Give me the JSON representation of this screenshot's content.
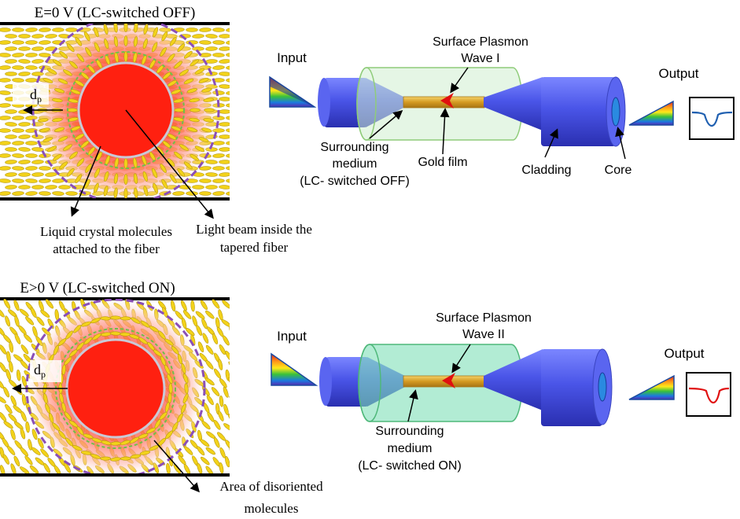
{
  "top_panel": {
    "title": "E=0 V (LC-switched OFF)",
    "dp_label": "d",
    "dp_sub": "p",
    "callout_left": [
      "Liquid crystal molecules",
      "attached to the fiber"
    ],
    "callout_right": [
      "Light beam inside the",
      "tapered fiber"
    ],
    "fiber": {
      "input_label": "Input",
      "output_label": "Output",
      "wave_label": [
        "Surface Plasmon",
        "Wave I"
      ],
      "medium_label": [
        "Surrounding",
        "medium",
        "(LC- switched OFF)"
      ],
      "gold_label": "Gold film",
      "cladding_label": "Cladding",
      "core_label": "Core"
    }
  },
  "bottom_panel": {
    "title": "E>0 V (LC-switched ON)",
    "dp_label": "d",
    "dp_sub": "p",
    "callout": [
      "Area of disoriented",
      "molecules"
    ],
    "fiber": {
      "input_label": "Input",
      "output_label": "Output",
      "wave_label": [
        "Surface Plasmon",
        "Wave II"
      ],
      "medium_label": [
        "Surrounding",
        "medium",
        "(LC- switched ON)"
      ]
    }
  },
  "colors": {
    "fiber_blue": "#4a55e8",
    "core_red": "#ff2a1a",
    "lc_yellow": "#f2d21a",
    "gold": "#d4a02a",
    "medium_off": "#cfeecf",
    "medium_on": "#7fe0b8",
    "spectrum_off": "#1f5fb0",
    "spectrum_on": "#e01010",
    "dash_purple": "#8a4fb8"
  }
}
